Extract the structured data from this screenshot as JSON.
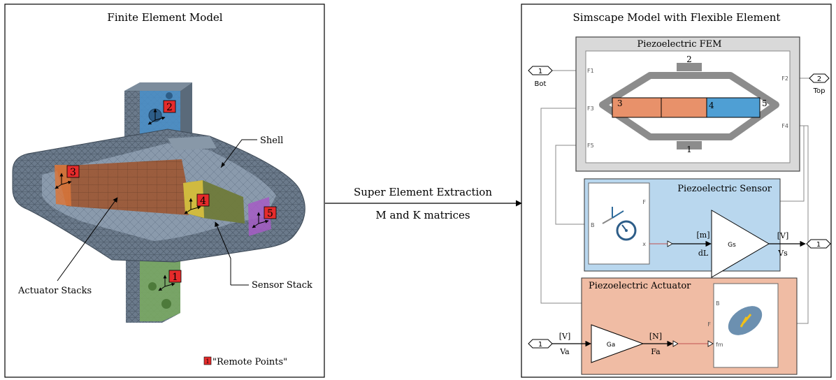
{
  "left_panel": {
    "title": "Finite Element Model",
    "labels": {
      "shell": "Shell",
      "actuator_stacks": "Actuator Stacks",
      "sensor_stack": "Sensor Stack"
    },
    "remote_points": [
      "1",
      "2",
      "3",
      "4",
      "5"
    ],
    "legend": {
      "marker": "1",
      "text": "\"Remote Points\""
    },
    "colors": {
      "mesh": "#5f6f80",
      "top_plate": "#4a90c8",
      "bottom_plate": "#7aa863",
      "actuator": "#b86a3c",
      "sensor": "#8b8f3a",
      "marker": "#e52b2b",
      "region_3": "#d9763a",
      "region_4": "#e0c640",
      "region_5": "#a45cc4"
    }
  },
  "middle": {
    "line1": "Super Element Extraction",
    "line2": "M and K matrices"
  },
  "right_panel": {
    "title": "Simscape Model with Flexible Element",
    "fem_block": {
      "title": "Piezoelectric FEM",
      "ports": {
        "f1": "F1",
        "f2": "F2",
        "f3": "F3",
        "f4": "F4",
        "f5": "F5"
      },
      "nodes": [
        "1",
        "2",
        "3",
        "4",
        "5"
      ]
    },
    "inports": [
      {
        "num": "1",
        "label": "Bot"
      },
      {
        "num": "1",
        "label": ""
      }
    ],
    "outports": [
      {
        "num": "2",
        "label": "Top"
      },
      {
        "num": "1",
        "label": ""
      }
    ],
    "sensor": {
      "title": "Piezoelectric Sensor",
      "port_f": "F",
      "port_b": "B",
      "port_x": "x",
      "unit_in": "[m]",
      "signal_in": "dL",
      "gain": "Gs",
      "unit_out": "[V]",
      "signal_out": "Vs"
    },
    "actuator": {
      "title": "Piezoelectric Actuator",
      "port_b": "B",
      "port_f": "F",
      "port_fm": "fm",
      "unit_in": "[V]",
      "signal_in": "Va",
      "gain": "Ga",
      "unit_out": "[N]",
      "signal_out": "Fa"
    },
    "colors": {
      "fem_bg": "#d9d9d9",
      "sensor_bg": "#b9d7ee",
      "actuator_bg": "#f0bca4",
      "fem_orange": "#e8916a",
      "fem_blue": "#4f9fd4",
      "shell_gray": "#8c8c8c"
    }
  }
}
